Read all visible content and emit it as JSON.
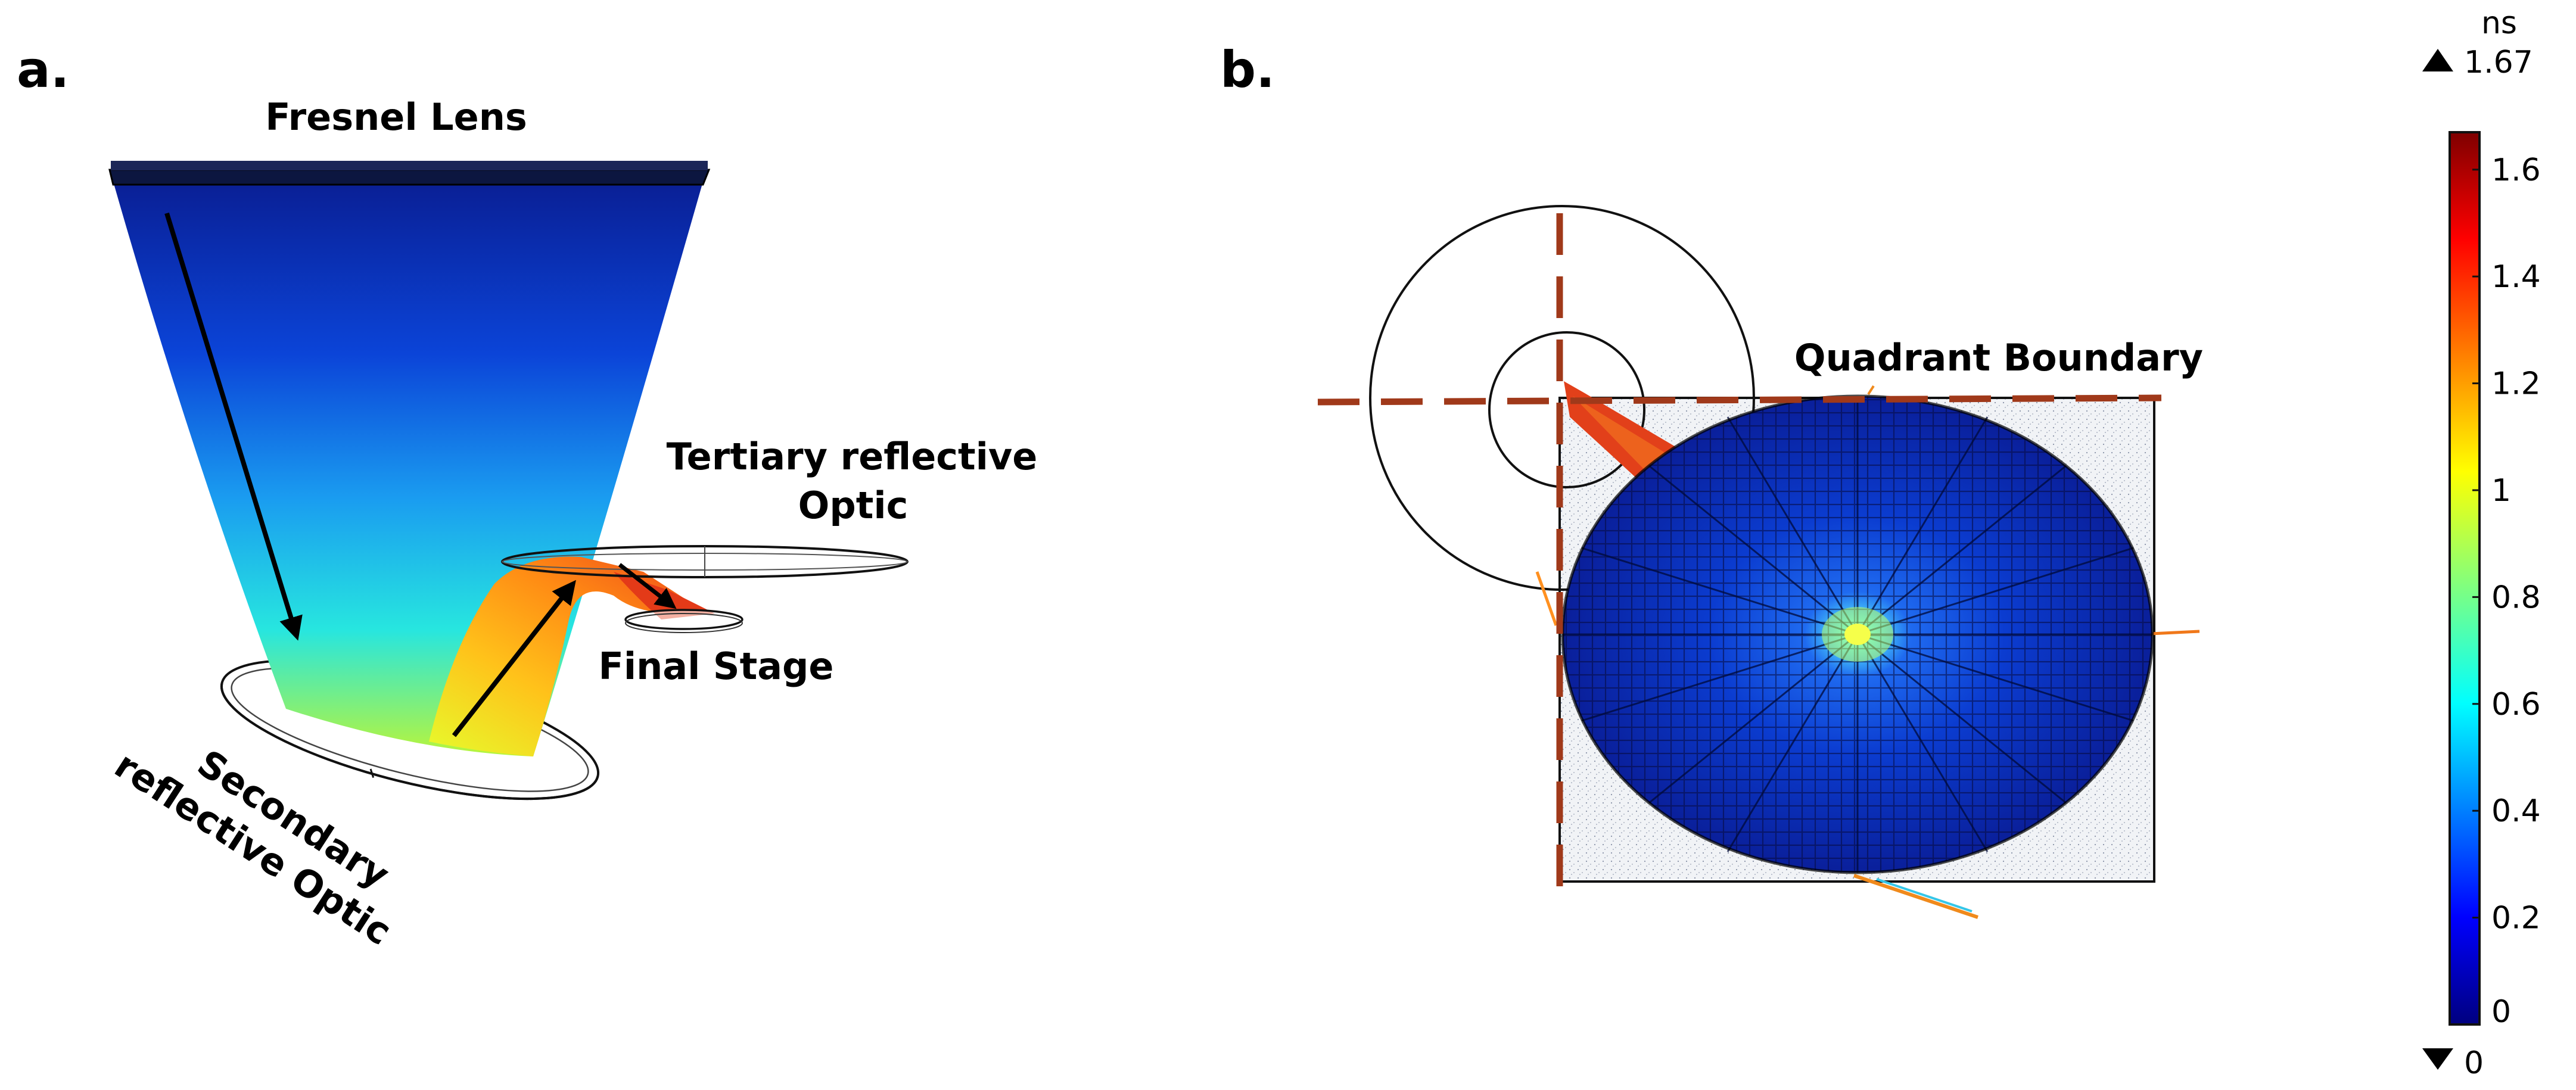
{
  "panel_a": {
    "letter": "a.",
    "labels": {
      "fresnel_lens": "Fresnel Lens",
      "tertiary_line1": "Tertiary reflective",
      "tertiary_line2": "Optic",
      "final_stage": "Final Stage",
      "secondary_line1": "Secondary",
      "secondary_line2": "reflective Optic"
    }
  },
  "panel_b": {
    "letter": "b.",
    "labels": {
      "quadrant_boundary": "Quadrant Boundary"
    }
  },
  "colorbar": {
    "unit": "ns",
    "max_label": "1.67",
    "min_label": "0",
    "ticks": [
      "0",
      "0.2",
      "0.4",
      "0.6",
      "0.8",
      "1",
      "1.2",
      "1.4",
      "1.6"
    ],
    "min": 0,
    "max": 1.67,
    "colormap": "jet"
  },
  "colors": {
    "boundary_dash": "#a0391a",
    "beam_hot": "#e8321a",
    "deep_blue": "#0a1a8c"
  }
}
